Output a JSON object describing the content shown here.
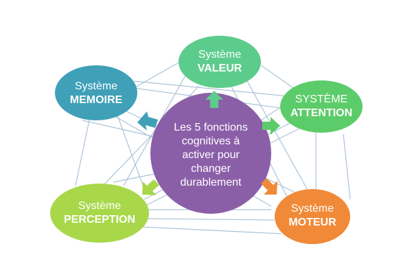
{
  "center": {
    "lines": [
      "Les 5 fonctions",
      "cognitives à",
      "activer pour",
      "changer",
      "durablement"
    ],
    "color": "#8b5fa8"
  },
  "nodes": {
    "valeur": {
      "line1": "Système",
      "line2": "VALEUR",
      "color": "#5ccc8c"
    },
    "memoire": {
      "line1": "Système",
      "line2": "MEMOIRE",
      "color": "#3fa0b8"
    },
    "attention": {
      "line1": "SYSTÈME",
      "line2": "ATTENTION",
      "color": "#5ccc6a"
    },
    "perception": {
      "line1": "Système",
      "line2": "PERCEPTION",
      "color": "#a8d84a"
    },
    "moteur": {
      "line1": "Système",
      "line2": "MOTEUR",
      "color": "#f08a38"
    }
  },
  "icons": {
    "arrow_memoire": "arrow-icon",
    "arrow_valeur": "arrow-icon",
    "arrow_attention": "arrow-icon",
    "arrow_perception": "arrow-icon",
    "arrow_moteur": "arrow-icon"
  }
}
